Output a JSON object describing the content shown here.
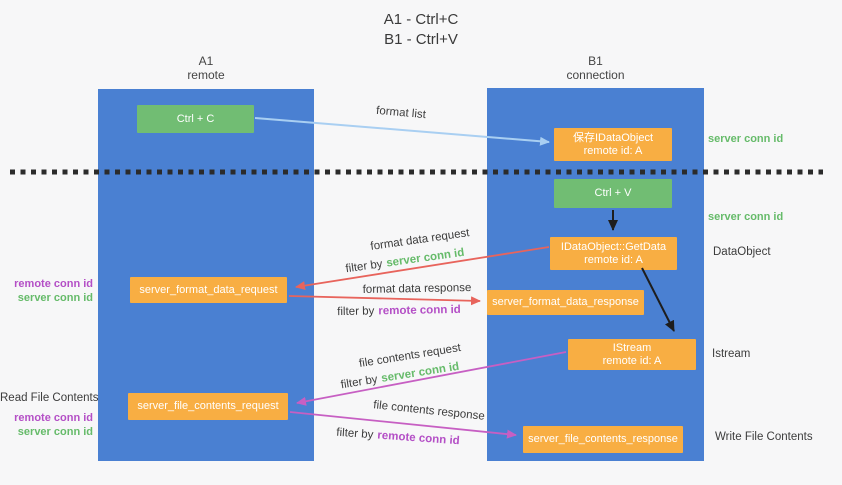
{
  "title": {
    "line1": "A1 - Ctrl+C",
    "line2": "B1 - Ctrl+V"
  },
  "lifelines": {
    "left": {
      "name": "A1",
      "role": "remote"
    },
    "right": {
      "name": "B1",
      "role": "connection"
    }
  },
  "boxes": {
    "ctrl_c": {
      "label": "Ctrl + C"
    },
    "save_dataobject": {
      "line1": "保存IDataObject",
      "line2": "remote id: A"
    },
    "ctrl_v": {
      "label": "Ctrl + V"
    },
    "getdata": {
      "line1": "IDataObject::GetData",
      "line2": "remote id: A"
    },
    "format_request": {
      "label": "server_format_data_request"
    },
    "format_response": {
      "label": "server_format_data_response"
    },
    "istream": {
      "line1": "IStream",
      "line2": "remote id: A"
    },
    "file_request": {
      "label": "server_file_contents_request"
    },
    "file_response": {
      "label": "server_file_contents_response"
    }
  },
  "arrow_labels": {
    "format_list": "format list",
    "format_data_request": "format data request",
    "format_data_response": "format data response",
    "file_contents_request": "file contents request",
    "file_contents_response": "file contents response",
    "filter_by": "filter by",
    "server_conn_id": "server conn id",
    "remote_conn_id": "remote conn id"
  },
  "side_labels": {
    "left_format_remote": "remote conn id",
    "left_format_server": "server conn id",
    "read_file_contents": "Read File Contents",
    "left_file_remote": "remote conn id",
    "left_file_server": "server conn id",
    "right_server_conn_top": "server conn id",
    "right_server_conn_mid": "server conn id",
    "dataobject": "DataObject",
    "istream": "Istream",
    "write_file_contents": "Write File Contents"
  },
  "colors": {
    "lifeline_blue": "#4a80d2",
    "box_green": "#71bd73",
    "box_orange": "#f8ae43",
    "arrow_light_blue": "#a9cff2",
    "arrow_red": "#e8645c",
    "arrow_magenta": "#c75fc3",
    "arrow_black": "#1e1e1e",
    "label_green": "#66bb6a",
    "label_purple": "#b44fc6",
    "text_dark": "#3c3c3c",
    "background": "#f7f7f8"
  }
}
